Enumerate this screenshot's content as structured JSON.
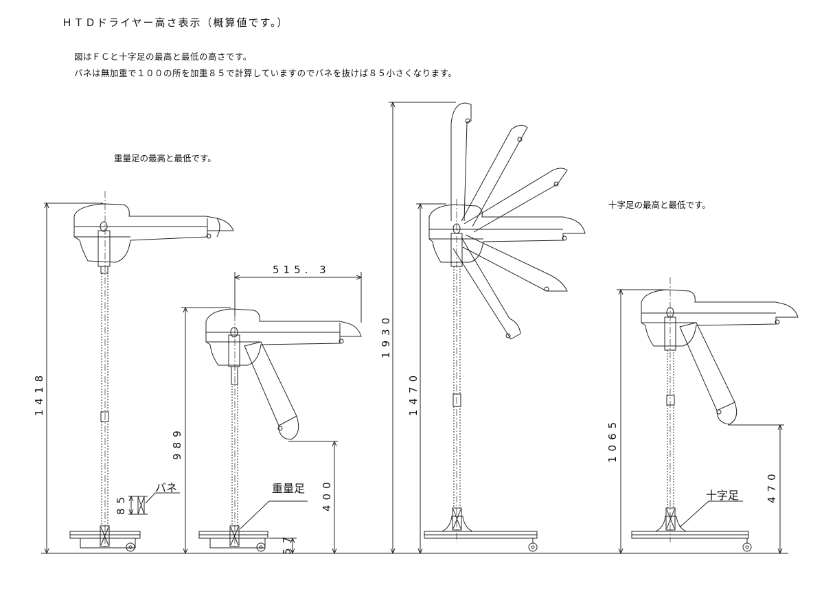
{
  "title": "ＨＴＤドライヤー高さ表示（概算値です。）",
  "notes": [
    "図はＦＣと十字足の最高と最低の高さです。",
    "バネは無加重で１００の所を加重８５で計算していますのでバネを抜けば８５小さくなります。"
  ],
  "captions": {
    "heavy_base": "重量足の最高と最低です。",
    "cross_base": "十字足の最高と最低です。"
  },
  "callouts": {
    "spring": "バネ",
    "heavy_foot": "重量足",
    "cross_foot": "十字足"
  },
  "dimensions": {
    "d1418": "1418",
    "d989": "989",
    "d85": "85",
    "d57": "57",
    "d400": "400",
    "d515": "515. 3",
    "d1930": "1930",
    "d1470": "1470",
    "d1065": "1065",
    "d470": "470"
  }
}
